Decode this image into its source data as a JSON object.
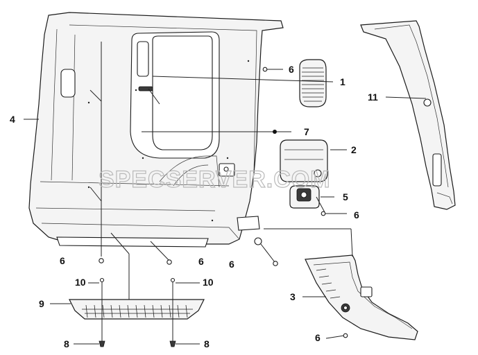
{
  "callouts": {
    "c1": "1",
    "c2": "2",
    "c3": "3",
    "c4": "4",
    "c5": "5",
    "c6a": "6",
    "c6b": "6",
    "c6c": "6",
    "c6d": "6",
    "c6e": "6",
    "c6f": "6",
    "c7": "7",
    "c8a": "8",
    "c8b": "8",
    "c9": "9",
    "c10a": "10",
    "c10b": "10",
    "c11": "11"
  },
  "watermark": "SPECSERVER.COM",
  "colors": {
    "line": "#222222",
    "watermark": "#b9b9b9",
    "background": "#ffffff"
  }
}
